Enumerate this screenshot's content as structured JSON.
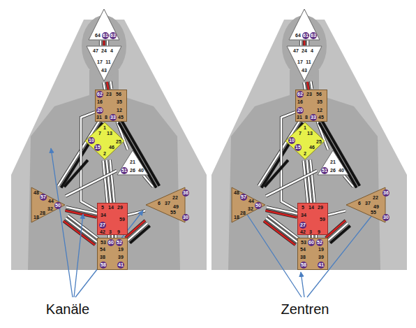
{
  "diagram": {
    "nodes": [
      {
        "text": [
          "64",
          "61",
          "63"
        ]
      },
      {
        "text": [
          "47",
          "24",
          "4",
          "17",
          "11",
          "43"
        ]
      },
      {
        "text": [
          "62",
          "23",
          "56",
          "16",
          "35",
          "20",
          "12",
          "31",
          "8",
          "33",
          "45"
        ]
      },
      {
        "text": [
          "1",
          "7",
          "13",
          "10",
          "25",
          "15",
          "46",
          "2"
        ]
      },
      {
        "text": [
          "21",
          "51",
          "26",
          "40"
        ]
      },
      {
        "text": [
          "48",
          "57",
          "44",
          "50",
          "32",
          "28",
          "18"
        ]
      },
      {
        "text": [
          "5",
          "14",
          "29",
          "34",
          "59",
          "27",
          "42",
          "3",
          "9"
        ]
      },
      {
        "text": [
          "36",
          "22",
          "6",
          "37",
          "49",
          "55",
          "30"
        ]
      },
      {
        "text": [
          "53",
          "60",
          "52",
          "54",
          "19",
          "38",
          "39",
          "58",
          "41"
        ]
      },
      {
        "text": [
          "64",
          "61",
          "63"
        ]
      },
      {
        "text": [
          "47",
          "24",
          "4",
          "17",
          "11",
          "43"
        ]
      },
      {
        "text": [
          "62",
          "23",
          "56",
          "16",
          "35",
          "20",
          "12",
          "31",
          "8",
          "33",
          "45"
        ]
      },
      {
        "text": [
          "1",
          "7",
          "13",
          "10",
          "25",
          "15",
          "46",
          "2"
        ]
      },
      {
        "text": [
          "21",
          "51",
          "26",
          "40"
        ]
      },
      {
        "text": [
          "48",
          "57",
          "44",
          "50",
          "32",
          "28",
          "18"
        ]
      },
      {
        "text": [
          "5",
          "14",
          "29",
          "34",
          "59",
          "27",
          "42",
          "3",
          "9"
        ]
      },
      {
        "text": [
          "36",
          "22",
          "6",
          "37",
          "49",
          "55",
          "30"
        ]
      },
      {
        "text": [
          "53",
          "60",
          "52",
          "54",
          "19",
          "38",
          "39",
          "58",
          "41"
        ]
      }
    ],
    "edges": [
      {
        "from": 0,
        "to": 1,
        "arrow": "none"
      },
      {
        "from": 1,
        "to": 2,
        "arrow": "none"
      },
      {
        "from": 2,
        "to": 3,
        "arrow": "none"
      },
      {
        "from": 2,
        "to": 5,
        "arrow": "none"
      },
      {
        "from": 2,
        "to": 6,
        "arrow": "none"
      },
      {
        "from": 2,
        "to": 4,
        "arrow": "none"
      },
      {
        "from": 2,
        "to": 7,
        "arrow": "none"
      },
      {
        "from": 3,
        "to": 6,
        "arrow": "none"
      },
      {
        "from": 3,
        "to": 4,
        "arrow": "none"
      },
      {
        "from": 3,
        "to": 5,
        "arrow": "none"
      },
      {
        "from": 4,
        "to": 5,
        "arrow": "none"
      },
      {
        "from": 4,
        "to": 7,
        "arrow": "none"
      },
      {
        "from": 6,
        "to": 5,
        "arrow": "none"
      },
      {
        "from": 6,
        "to": 7,
        "arrow": "none"
      },
      {
        "from": 6,
        "to": 8,
        "arrow": "none"
      },
      {
        "from": 5,
        "to": 8,
        "arrow": "none"
      },
      {
        "from": 7,
        "to": 8,
        "arrow": "none"
      },
      {
        "from": 9,
        "to": 10,
        "arrow": "none"
      },
      {
        "from": 10,
        "to": 11,
        "arrow": "none"
      },
      {
        "from": 11,
        "to": 12,
        "arrow": "none"
      },
      {
        "from": 11,
        "to": 14,
        "arrow": "none"
      },
      {
        "from": 11,
        "to": 15,
        "arrow": "none"
      },
      {
        "from": 11,
        "to": 13,
        "arrow": "none"
      },
      {
        "from": 11,
        "to": 16,
        "arrow": "none"
      },
      {
        "from": 12,
        "to": 15,
        "arrow": "none"
      },
      {
        "from": 12,
        "to": 13,
        "arrow": "none"
      },
      {
        "from": 12,
        "to": 14,
        "arrow": "none"
      },
      {
        "from": 13,
        "to": 14,
        "arrow": "none"
      },
      {
        "from": 13,
        "to": 16,
        "arrow": "none"
      },
      {
        "from": 15,
        "to": 14,
        "arrow": "none"
      },
      {
        "from": 15,
        "to": 16,
        "arrow": "none"
      },
      {
        "from": 15,
        "to": 17,
        "arrow": "none"
      },
      {
        "from": 14,
        "to": 17,
        "arrow": "none"
      },
      {
        "from": 16,
        "to": 17,
        "arrow": "none"
      }
    ],
    "labels": [
      "Kanäle",
      "Zentren"
    ]
  }
}
